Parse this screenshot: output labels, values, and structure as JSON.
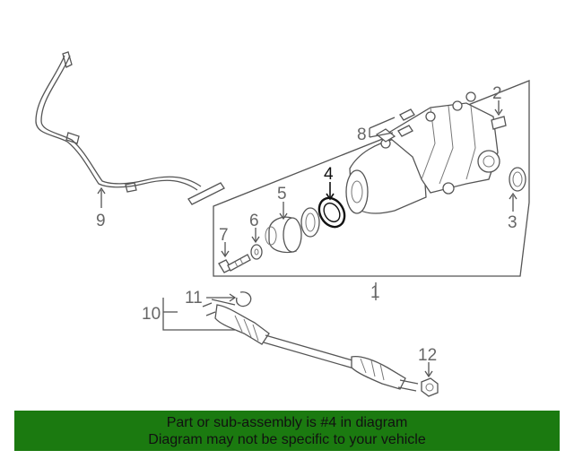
{
  "diagram": {
    "callouts": [
      {
        "id": "1",
        "text": "1"
      },
      {
        "id": "2",
        "text": "2"
      },
      {
        "id": "3",
        "text": "3"
      },
      {
        "id": "4",
        "text": "4"
      },
      {
        "id": "5",
        "text": "5"
      },
      {
        "id": "6",
        "text": "6"
      },
      {
        "id": "7",
        "text": "7"
      },
      {
        "id": "8",
        "text": "8"
      },
      {
        "id": "9",
        "text": "9"
      },
      {
        "id": "10",
        "text": "10"
      },
      {
        "id": "11",
        "text": "11"
      },
      {
        "id": "12",
        "text": "12"
      }
    ],
    "highlight_color": "#111111",
    "line_color": "#555555"
  },
  "banner": {
    "line1": "Part or sub-assembly is #4 in diagram",
    "line2": "Diagram may not be specific to your vehicle",
    "background": "#1b7a10"
  }
}
